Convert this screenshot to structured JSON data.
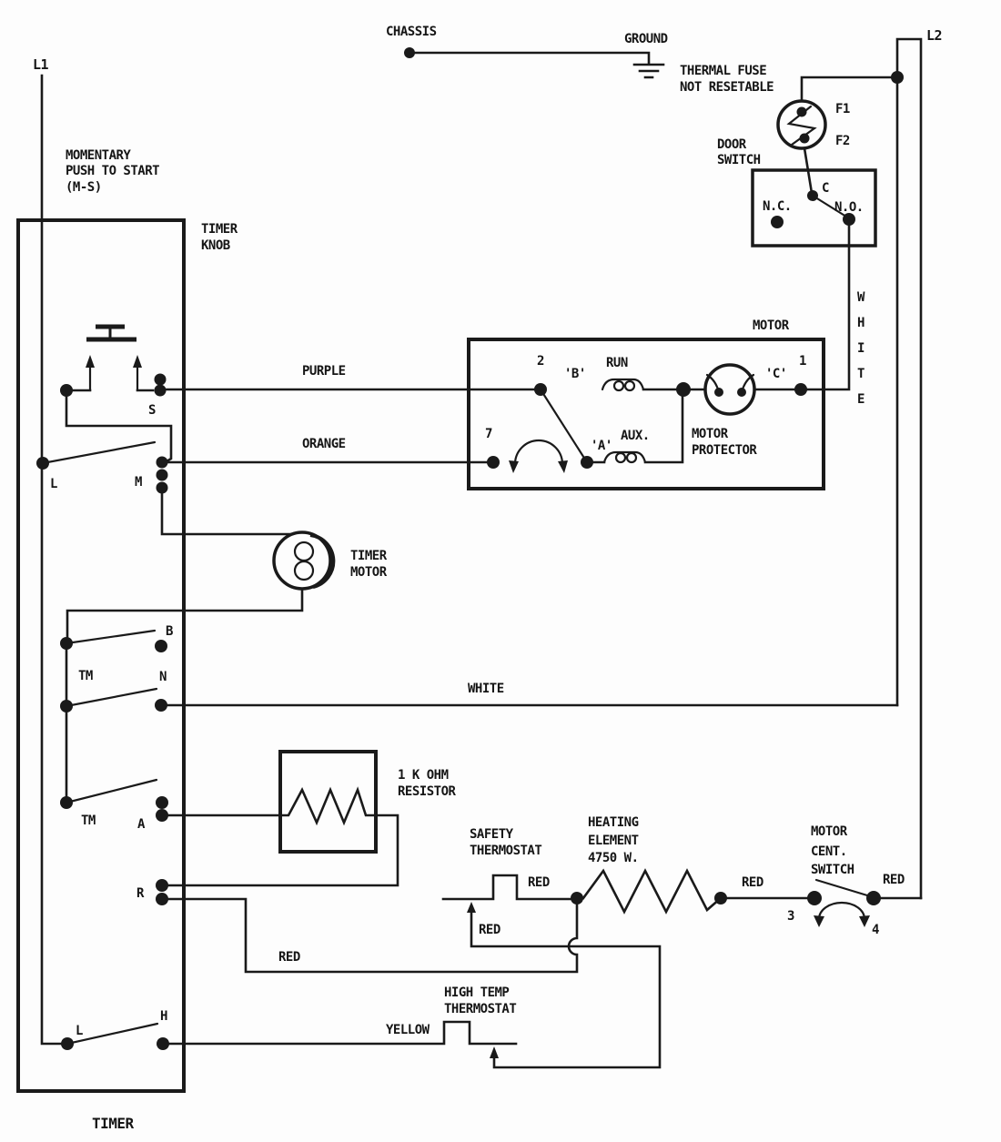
{
  "diagram": {
    "title_component": "dryer-timer-wiring-schematic",
    "power": {
      "l1": "L1",
      "l2": "L2",
      "chassis": "CHASSIS",
      "ground": "GROUND"
    },
    "thermal_fuse": {
      "line1": "THERMAL FUSE",
      "line2": "NOT RESETABLE",
      "f1": "F1",
      "f2": "F2"
    },
    "door_switch": {
      "line1": "DOOR",
      "line2": "SWITCH",
      "nc": "N.C.",
      "c": "C",
      "no": "N.O."
    },
    "momentary": {
      "line1": "MOMENTARY",
      "line2": "PUSH TO START",
      "line3": "(M-S)"
    },
    "timer_knob": {
      "line1": "TIMER",
      "line2": "KNOB"
    },
    "timer": {
      "label": "TIMER",
      "contacts": {
        "s": "S",
        "l_top": "L",
        "m": "M",
        "b": "B",
        "tm1": "TM",
        "n": "N",
        "tm2": "TM",
        "a": "A",
        "r": "R",
        "l_bottom": "L",
        "h": "H"
      }
    },
    "timer_motor": {
      "line1": "TIMER",
      "line2": "MOTOR"
    },
    "motor": {
      "label": "MOTOR",
      "t2": "2",
      "b_winding": "'B'",
      "run": "RUN",
      "c_winding": "'C'",
      "t1": "1",
      "t7": "7",
      "a_winding": "'A'",
      "aux": "AUX.",
      "protector_line1": "MOTOR",
      "protector_line2": "PROTECTOR"
    },
    "resistor": {
      "line1": "1 K OHM",
      "line2": "RESISTOR"
    },
    "safety_thermostat": {
      "line1": "SAFETY",
      "line2": "THERMOSTAT"
    },
    "heating_element": {
      "line1": "HEATING",
      "line2": "ELEMENT",
      "line3": "4750 W."
    },
    "motor_cent_switch": {
      "line1": "MOTOR",
      "line2": "CENT.",
      "line3": "SWITCH",
      "t3": "3",
      "t4": "4"
    },
    "high_temp_thermostat": {
      "line1": "HIGH TEMP",
      "line2": "THERMOSTAT"
    },
    "wire_labels": {
      "purple": "PURPLE",
      "orange": "ORANGE",
      "white_horizontal": "WHITE",
      "white_vertical": [
        "W",
        "H",
        "I",
        "T",
        "E"
      ],
      "yellow": "YELLOW",
      "red_safety_top": "RED",
      "red_safety_low": "RED",
      "red_bottom": "RED",
      "red_element_right": "RED",
      "red_switch_right": "RED"
    }
  },
  "colors": {
    "ink": "#1a1a1a",
    "background": "#fdfdfd"
  }
}
